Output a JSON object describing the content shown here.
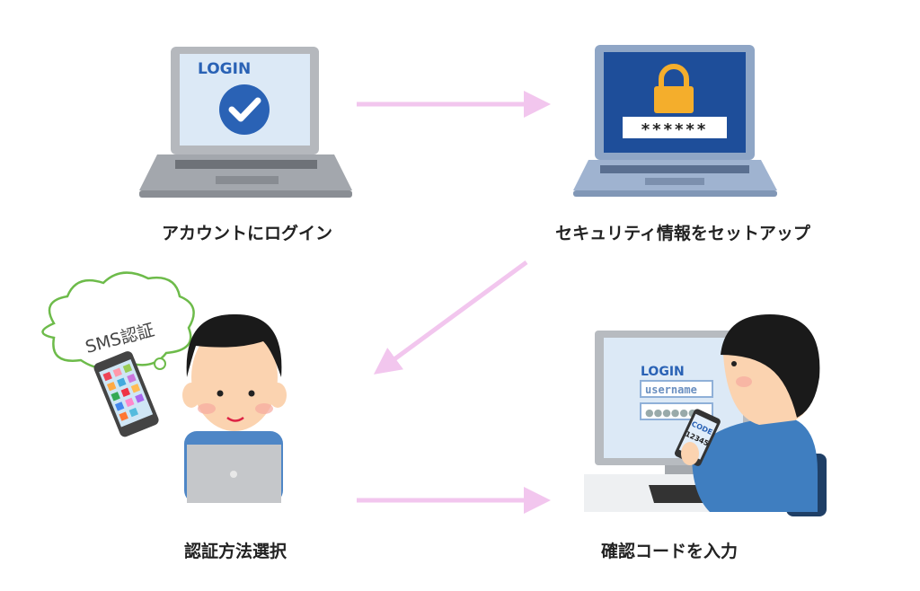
{
  "steps": [
    {
      "label": "アカウントにログイン",
      "screen_text": "LOGIN"
    },
    {
      "label": "セキュリティ情報をセットアップ",
      "screen_text": "******"
    },
    {
      "label": "認証方法選択",
      "bubble_text": "SMS認証"
    },
    {
      "label": "確認コードを入力",
      "screen_title": "LOGIN",
      "username_field": "username",
      "password_field": "●●●●●●",
      "phone_code_label": "CODE",
      "phone_code": "12345"
    }
  ],
  "colors": {
    "arrow": "#f2c6ee",
    "screen_blue": "#2a62b5",
    "bubble_green": "#6dbb4a"
  }
}
